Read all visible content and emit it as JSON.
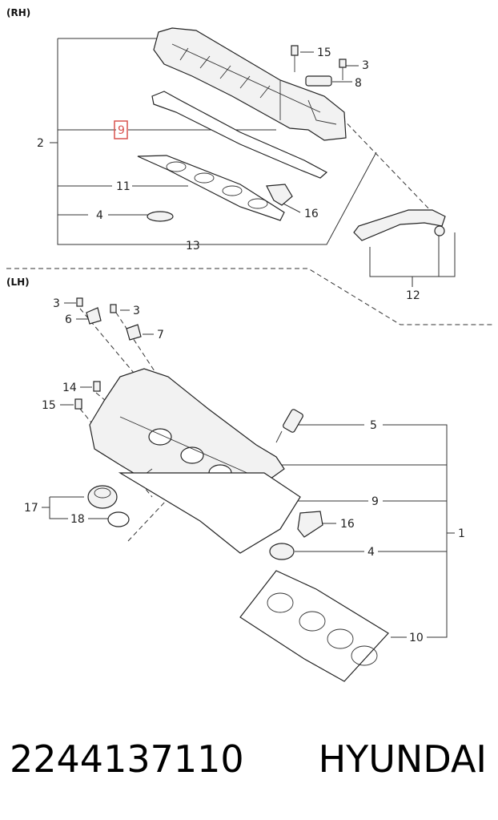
{
  "sections": {
    "rh": "(RH)",
    "lh": "(LH)"
  },
  "callouts": {
    "rh": {
      "c15": "15",
      "c3": "3",
      "c8": "8",
      "c2": "2",
      "c9": "9",
      "c11": "11",
      "c4": "4",
      "c16": "16",
      "c13": "13",
      "c12": "12"
    },
    "lh": {
      "c3a": "3",
      "c3b": "3",
      "c6": "6",
      "c7": "7",
      "c14": "14",
      "c15": "15",
      "c5": "5",
      "c9": "9",
      "c17": "17",
      "c18": "18",
      "c16": "16",
      "c4": "4",
      "c1": "1",
      "c10": "10"
    }
  },
  "highlight": {
    "part": "9",
    "color": "#d9534f"
  },
  "caption": {
    "part_number": "2244137110",
    "brand": "HYUNDAI"
  }
}
